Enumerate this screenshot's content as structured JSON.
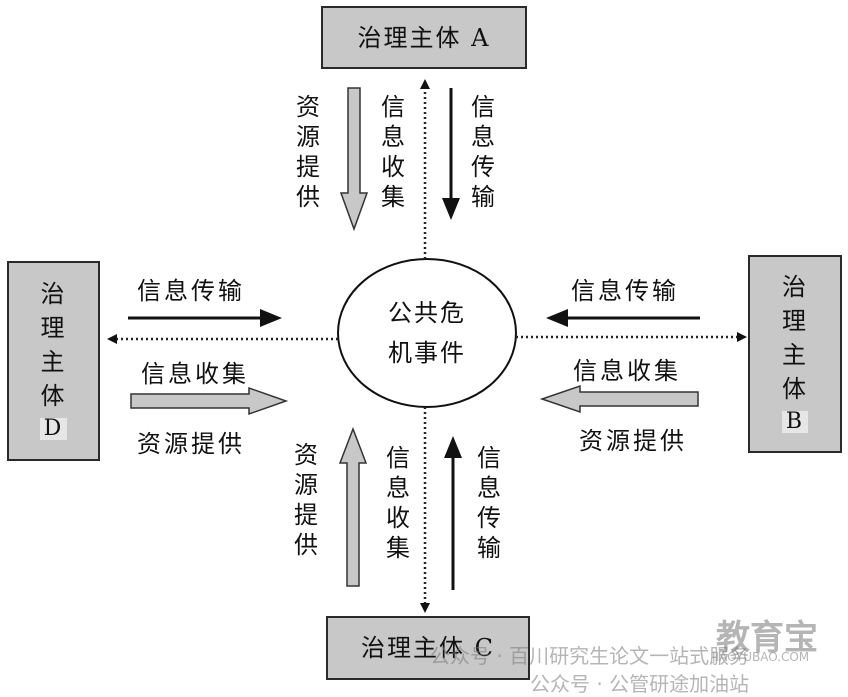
{
  "center": {
    "line1": "公共危",
    "line2": "机事件"
  },
  "actors": {
    "a": {
      "name": "治理主体",
      "letter": "A"
    },
    "b": {
      "chars": [
        "治",
        "理",
        "主",
        "体"
      ],
      "letter": "B"
    },
    "c": {
      "name": "治理主体",
      "letter": "C"
    },
    "d": {
      "chars": [
        "治",
        "理",
        "主",
        "体"
      ],
      "letter": "D"
    }
  },
  "flows": {
    "info_transfer": "信息传输",
    "info_collect": "信息收集",
    "resource_supply": "资源提供"
  },
  "watermark": {
    "line1": "公众号 · 百川研究生论文一站式服务",
    "line2": "公众号 · 公管研途加油站",
    "logo": "教育宝",
    "logo_sub": "JIAOYUBAO.COM"
  }
}
